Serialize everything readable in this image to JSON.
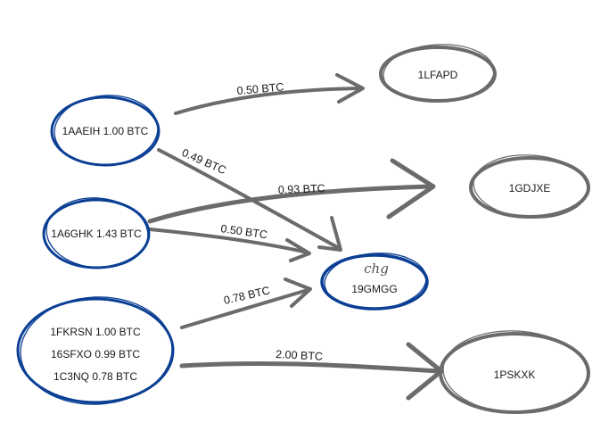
{
  "colors": {
    "input_node": "#0b3f94",
    "output_node": "#6b6b6b",
    "arrow": "#6b6b6b",
    "text": "#1a1a1a"
  },
  "input_nodes": [
    {
      "lines": [
        "1AAEIH 1.00 BTC"
      ]
    },
    {
      "lines": [
        "1A6GHK 1.43 BTC"
      ]
    },
    {
      "lines": [
        "1FKRSN 1.00 BTC",
        "16SFXO 0.99 BTC",
        "1C3NQ 0.78 BTC"
      ]
    }
  ],
  "output_nodes": [
    {
      "label": "1LFAPD"
    },
    {
      "label": "1GDJXE"
    },
    {
      "label": "19GMGG",
      "note": "chg"
    },
    {
      "label": "1PSKXK"
    }
  ],
  "edges": [
    {
      "label": "0.50 BTC"
    },
    {
      "label": "0.49 BTC"
    },
    {
      "label": "0.93 BTC"
    },
    {
      "label": "0.50 BTC"
    },
    {
      "label": "0.78 BTC"
    },
    {
      "label": "2.00 BTC"
    }
  ]
}
